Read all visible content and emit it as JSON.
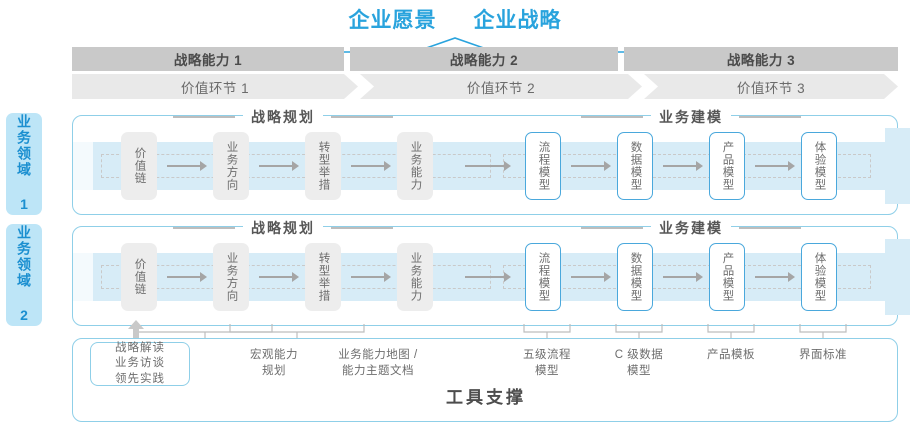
{
  "header": {
    "vision": "企业愿景",
    "strategy": "企业战略",
    "accent_color": "#29a3dd"
  },
  "capability_band": {
    "label_color": "#4b4b4b",
    "bg_color": "#c9c9c9",
    "items": [
      {
        "label": "战略能力 1"
      },
      {
        "label": "战略能力 2"
      },
      {
        "label": "战略能力 3"
      }
    ]
  },
  "value_band": {
    "bg_color": "#e9e9e9",
    "items": [
      {
        "label": "价值环节 1"
      },
      {
        "label": "价值环节 2"
      },
      {
        "label": "价值环节 3"
      }
    ]
  },
  "domains": [
    {
      "label": "业务领域 1"
    },
    {
      "label": "业务领域 2"
    }
  ],
  "rows": [
    {
      "sections": [
        {
          "title": "战略规划"
        },
        {
          "title": "业务建模"
        }
      ],
      "nodes": [
        {
          "label": "价值链",
          "style": "gray"
        },
        {
          "label": "业务方向",
          "style": "gray"
        },
        {
          "label": "转型举措",
          "style": "gray"
        },
        {
          "label": "业务能力",
          "style": "gray"
        },
        {
          "label": "流程模型",
          "style": "blue"
        },
        {
          "label": "数据模型",
          "style": "blue"
        },
        {
          "label": "产品模型",
          "style": "blue"
        },
        {
          "label": "体验模型",
          "style": "blue"
        }
      ]
    },
    {
      "sections": [
        {
          "title": "战略规划"
        },
        {
          "title": "业务建模"
        }
      ],
      "nodes": [
        {
          "label": "价值链",
          "style": "gray"
        },
        {
          "label": "业务方向",
          "style": "gray"
        },
        {
          "label": "转型举措",
          "style": "gray"
        },
        {
          "label": "业务能力",
          "style": "gray"
        },
        {
          "label": "流程模型",
          "style": "blue"
        },
        {
          "label": "数据模型",
          "style": "blue"
        },
        {
          "label": "产品模型",
          "style": "blue"
        },
        {
          "label": "体验模型",
          "style": "blue"
        }
      ]
    }
  ],
  "tools": {
    "title": "工具支撑",
    "highlight_box": "战略解读\n业务访谈\n领先实践",
    "annotations": [
      {
        "label": "宏观能力\n规划"
      },
      {
        "label": "业务能力地图 /\n能力主题文档"
      },
      {
        "label": "五级流程\n模型"
      },
      {
        "label": "C 级数据\n模型"
      },
      {
        "label": "产品模板"
      },
      {
        "label": "界面标准"
      }
    ]
  }
}
